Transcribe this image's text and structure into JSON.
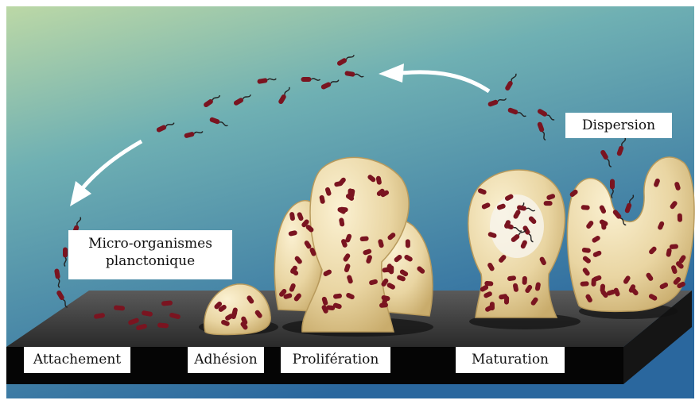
{
  "labels": {
    "micro_line1": "Micro-organismes",
    "micro_line2": "planctonique",
    "dispersion": "Dispersion",
    "attachement": "Attachement",
    "adhesion": "Adhésion",
    "proliferation": "Prolifération",
    "maturation": "Maturation"
  },
  "colors": {
    "sky_top": "#b5d3a3",
    "sky_bottom": "#2f6fa3",
    "biofilm": "#e6d3a1",
    "biofilm_edge": "#b89a5c",
    "bacteria": "#7a1420",
    "surface_top": "#3a3a3a",
    "surface_side": "#000000",
    "arrow": "#ffffff"
  }
}
